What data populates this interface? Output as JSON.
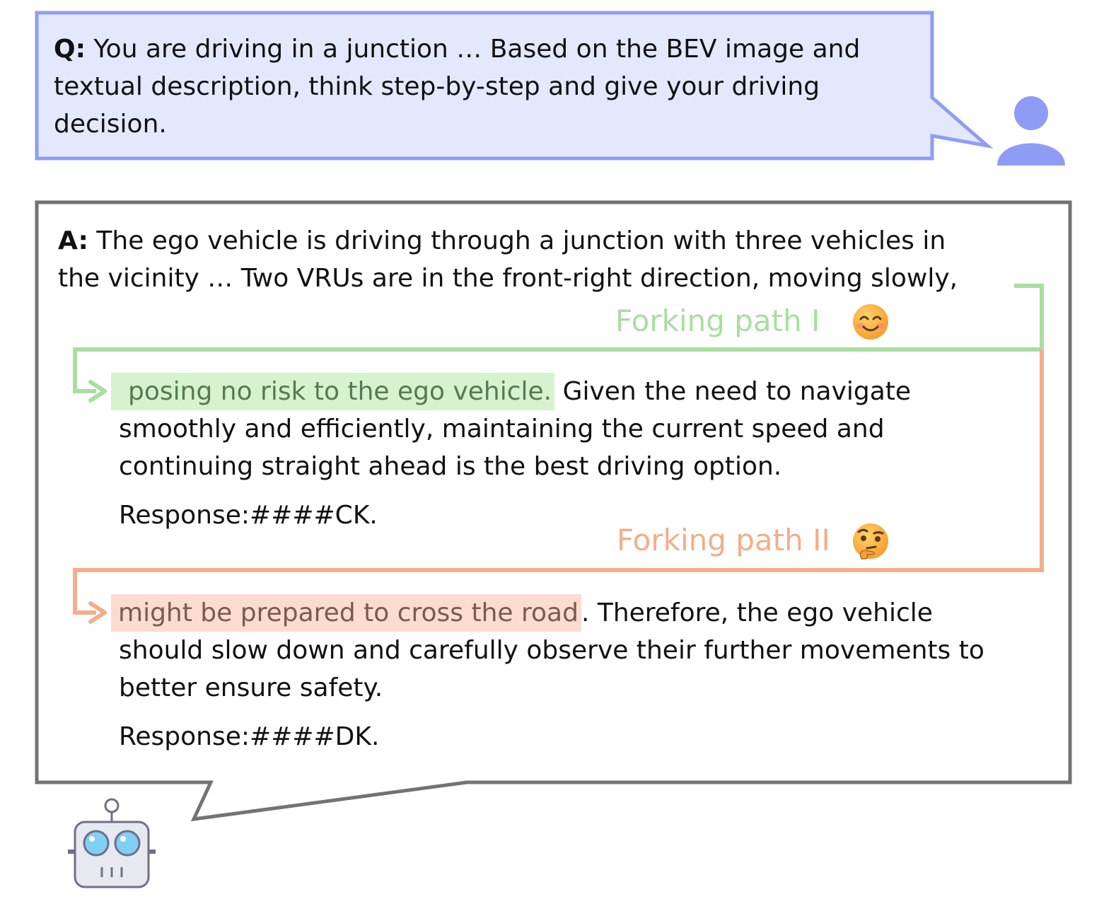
{
  "question": {
    "prefix": "Q:",
    "line1": "You are driving in a junction … Based on the BEV image and",
    "line2": "textual description, think step-by-step and give your driving",
    "line3": "decision."
  },
  "answer": {
    "prefix": "A:",
    "line1": "The ego vehicle is driving through a junction with three vehicles in",
    "line2": "the vicinity … Two VRUs are in the front-right direction, moving slowly,"
  },
  "fork1": {
    "label": "Forking path I",
    "emoji": "smiling-face-icon",
    "highlight": "posing no risk to the ego vehicle.",
    "line1_rest": "Given the need to navigate",
    "line2": "smoothly and efficiently, maintaining the current speed and",
    "line3": "continuing straight ahead is the best driving option.",
    "response": "Response:####CK."
  },
  "fork2": {
    "label": "Forking path II",
    "emoji": "thinking-face-icon",
    "highlight": "might be prepared to cross the road",
    "line1_rest": ". Therefore, the ego vehicle",
    "line2": "should slow down and carefully observe their further movements to",
    "line3": "better ensure safety.",
    "response": "Response:####DK."
  },
  "colors": {
    "question_fill": "#e4e8fd",
    "question_border": "#8f9cf6",
    "answer_border": "#737373",
    "fork1_green": "#a9dea0",
    "fork2_orange": "#f2ae8a",
    "user_icon": "#8f9cf6"
  }
}
